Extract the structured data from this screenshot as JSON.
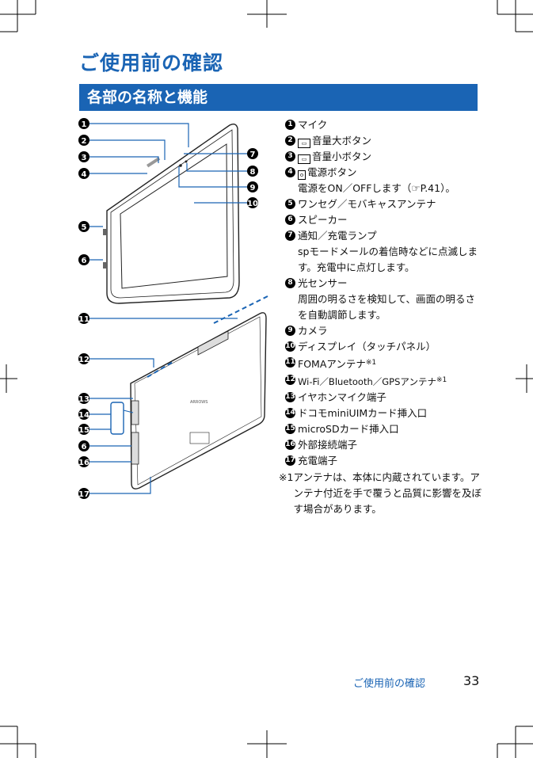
{
  "header": {
    "section_title": "ご使用前の確認",
    "subsection_title": "各部の名称と機能"
  },
  "parts": [
    {
      "no": "1",
      "name": "マイク"
    },
    {
      "no": "2",
      "icon": "volume-up-key-icon",
      "name": "音量大ボタン"
    },
    {
      "no": "3",
      "icon": "volume-down-key-icon",
      "name": "音量小ボタン"
    },
    {
      "no": "4",
      "icon": "power-key-icon",
      "name": "電源ボタン",
      "desc": "電源をON／OFFします（☞P.41）。"
    },
    {
      "no": "5",
      "name": "ワンセグ／モバキャスアンテナ"
    },
    {
      "no": "6",
      "name": "スピーカー"
    },
    {
      "no": "7",
      "name": "通知／充電ランプ",
      "desc": "spモードメールの着信時などに点滅します。充電中に点灯します。"
    },
    {
      "no": "8",
      "name": "光センサー",
      "desc": "周囲の明るさを検知して、画面の明るさを自動調節します。"
    },
    {
      "no": "9",
      "name": "カメラ"
    },
    {
      "no": "10",
      "name": "ディスプレイ（タッチパネル）"
    },
    {
      "no": "11",
      "name": "FOMAアンテナ",
      "sup": "※1"
    },
    {
      "no": "12",
      "name": "Wi-Fi／Bluetooth／GPSアンテナ",
      "sup": "※1"
    },
    {
      "no": "13",
      "name": "イヤホンマイク端子"
    },
    {
      "no": "14",
      "name": "ドコモminiUIMカード挿入口"
    },
    {
      "no": "15",
      "name": "microSDカード挿入口"
    },
    {
      "no": "16",
      "name": "外部接続端子"
    },
    {
      "no": "17",
      "name": "充電端子"
    }
  ],
  "note": {
    "mark": "※1",
    "text": "アンテナは、本体に内蔵されています。アンテナ付近を手で覆うと品質に影響を及ぼす場合があります。"
  },
  "figure": {
    "front_callouts_left": [
      "1",
      "2",
      "3",
      "4",
      "5",
      "6"
    ],
    "front_callouts_right": [
      "7",
      "8",
      "9",
      "10"
    ],
    "back_callouts": [
      "11",
      "12",
      "13",
      "14",
      "15",
      "6",
      "16",
      "17"
    ],
    "brand_text": "ARROWS"
  },
  "footer": {
    "label": "ご使用前の確認",
    "page": "33"
  },
  "colors": {
    "accent": "#1a64b4"
  }
}
